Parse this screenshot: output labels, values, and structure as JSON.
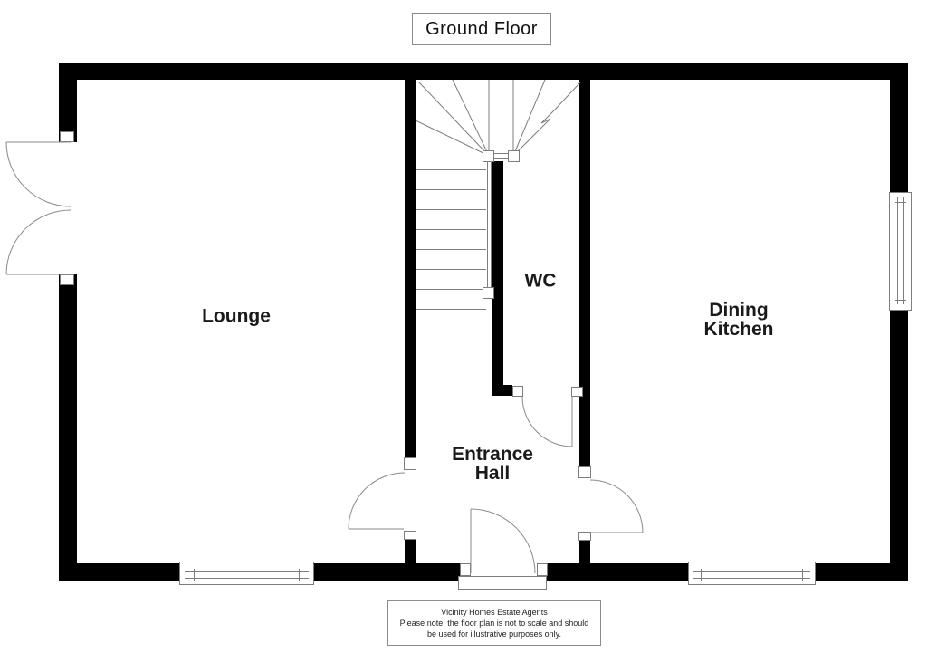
{
  "title": {
    "label": "Ground Floor"
  },
  "rooms": {
    "lounge": "Lounge",
    "wc": "WC",
    "dining_kitchen_line1": "Dining",
    "dining_kitchen_line2": "Kitchen",
    "entrance_hall_line1": "Entrance",
    "entrance_hall_line2": "Hall"
  },
  "footer": {
    "line1": "Vicinity Homes Estate Agents",
    "line2": "Please note, the floor plan is not to scale and should",
    "line3": "be used for illustrative purposes only."
  },
  "colors": {
    "wall": "#000000",
    "detail_line": "#7d7d7d",
    "background": "#ffffff",
    "text": "#1a1a1a"
  }
}
